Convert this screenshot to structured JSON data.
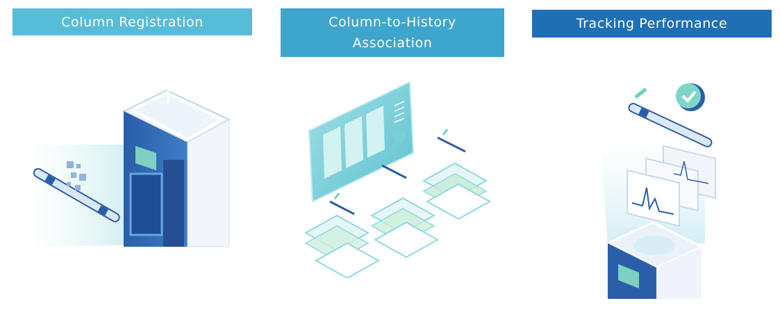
{
  "banners": {
    "step1": "Column Registration",
    "step2_line1": "Column-to-History",
    "step2_line2": "Association",
    "step3": "Tracking Performance"
  },
  "icons": {
    "step1": "column-scanner-illustration",
    "step2": "data-association-screen-illustration",
    "step3": "performance-chromatogram-illustration"
  },
  "colors": {
    "banner1": "#57bcd8",
    "banner2": "#3ea6cc",
    "banner3": "#1f6fb5",
    "instrument_dark": "#2a5ea8",
    "accent_teal": "#6ccfc0",
    "accent_green": "#8fdcb0"
  }
}
